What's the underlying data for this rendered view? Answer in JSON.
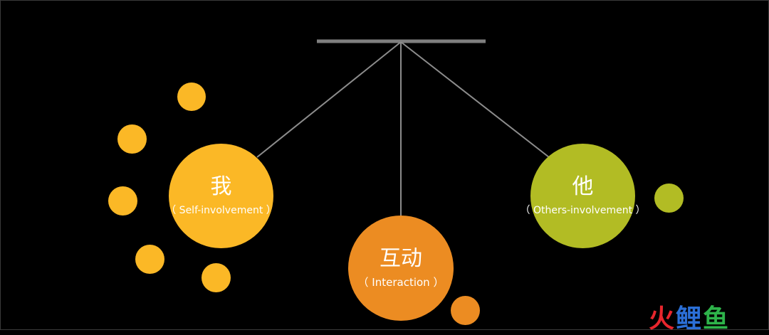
{
  "nodes": {
    "self": {
      "title": "我",
      "subtitle": "（ Self-involvement ）"
    },
    "interaction": {
      "title": "互动",
      "subtitle": "（ Interaction ）"
    },
    "others": {
      "title": "他",
      "subtitle": "（ Others-involvement ）"
    }
  },
  "watermark": {
    "c1": "火",
    "c2": "鲤",
    "c3": "鱼"
  },
  "colors": {
    "background": "#000000",
    "bar": "#7f7f7f",
    "line": "#8c8c8c",
    "self": "#fbb826",
    "interaction": "#ec8c22",
    "others": "#b2bc24"
  }
}
